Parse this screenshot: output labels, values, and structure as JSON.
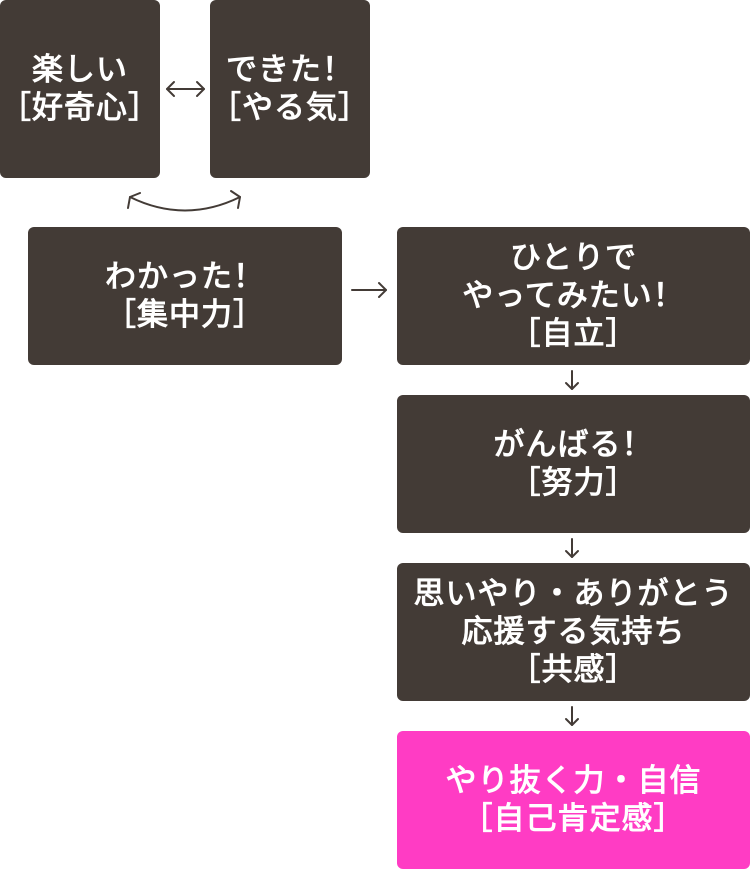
{
  "nodes": {
    "fun": {
      "line1": "楽しい",
      "line2": "［好奇心］"
    },
    "did_it": {
      "line1": "できた！",
      "line2": "［やる気］"
    },
    "understood": {
      "line1": "わかった！",
      "line2": "［集中力］"
    },
    "try_alone": {
      "line1": "ひとりで",
      "line2": "やってみたい！",
      "line3": "［自立］"
    },
    "persevere": {
      "line1": "がんばる！",
      "line2": "［努力］"
    },
    "empathy": {
      "line1": "思いやり・ありがとう",
      "line2": "応援する気持ち",
      "line3": "［共感］"
    },
    "confidence": {
      "line1": "やり抜く力・自信",
      "line2": "［自己肯定感］"
    }
  },
  "colors": {
    "box": "#433b36",
    "accent_box": "#ff3cc4",
    "text": "#ffffff",
    "arrow": "#433b36"
  }
}
